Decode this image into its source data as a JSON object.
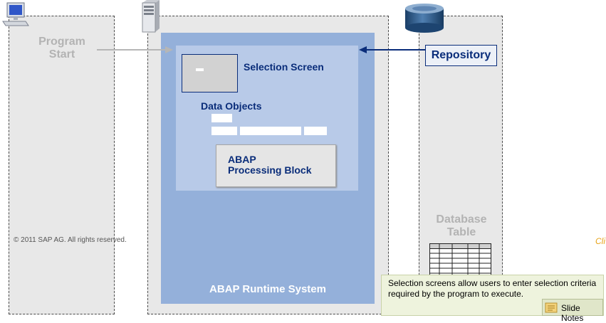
{
  "columns": {
    "program": {
      "label": "Program\nStart"
    },
    "database": {
      "label": "Database\nTable"
    }
  },
  "runtime": {
    "label": "ABAP Runtime System",
    "selection_screen": "Selection Screen",
    "data_objects": "Data Objects",
    "processing_block": "ABAP\nProcessing Block"
  },
  "repository": {
    "label": "Repository"
  },
  "copyright": "© 2011 SAP AG. All rights reserved.",
  "cli_fragment": "Cli",
  "notes": {
    "text": "Selection screens allow users to enter selection criteria required by the program to execute.",
    "button_label": "Slide Notes"
  },
  "icons": [
    "computer-icon",
    "server-icon",
    "database-icon",
    "notes-icon"
  ],
  "colors": {
    "runtime_outer": "#94b0da",
    "runtime_inner": "#b8cae8",
    "accent_blue": "#0a2d7a",
    "column_bg": "#e8e8e8"
  }
}
